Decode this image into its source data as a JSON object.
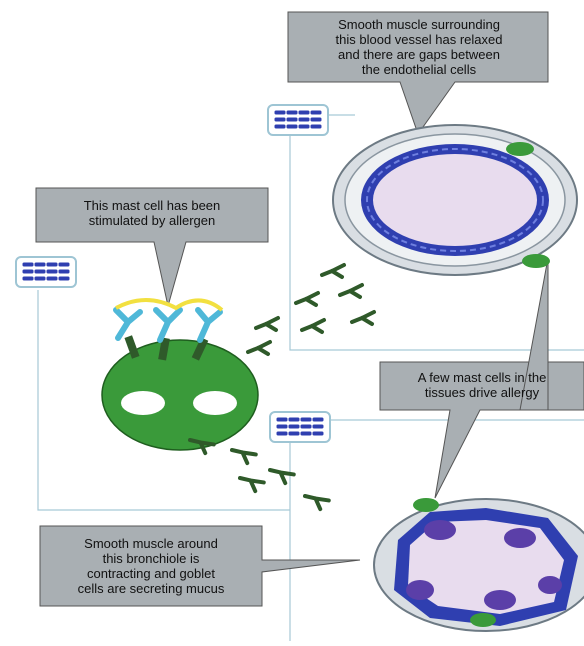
{
  "callouts": {
    "blood_vessel": "Smooth muscle surrounding\nthis blood vessel has relaxed\nand there are gaps between\nthe endothelial cells",
    "mast_cell": "This mast cell has been\nstimulated by allergen",
    "few_mast_cells": "A few mast cells in the\ntissues drive allergy",
    "bronchiole": "Smooth muscle around\nthis bronchiole is\ncontracting and goblet\ncells are secreting mucus"
  },
  "colors": {
    "callout_fill": "#a9afb3",
    "panel_border": "#a7c9d6",
    "mast_cell": "#3a9a3a",
    "antibody": "#4fb8d8",
    "allergen": "#f2e040",
    "mediator": "#2f5a2a",
    "endothelium": "#2f3fb0",
    "lumen": "#e8dcee",
    "muscle": "#dfe4e8",
    "goblet": "#5b3fa8"
  }
}
